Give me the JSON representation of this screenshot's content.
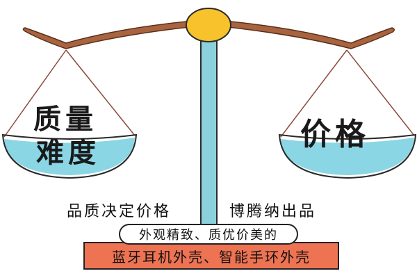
{
  "left_pan": {
    "line1": "质量",
    "line2": "难度"
  },
  "right_pan": {
    "text": "价格"
  },
  "captions": {
    "left": "品质决定价格",
    "right": "博腾纳出品"
  },
  "slogan": "外观精致、质优价美的",
  "product_line": "蓝牙耳机外壳、智能手环外壳",
  "colors": {
    "beam": "#a8643f",
    "pivot": "#f7c22b",
    "pole": "#8ad1dd",
    "water": "#8ad6e4",
    "banner": "#ee7353"
  }
}
